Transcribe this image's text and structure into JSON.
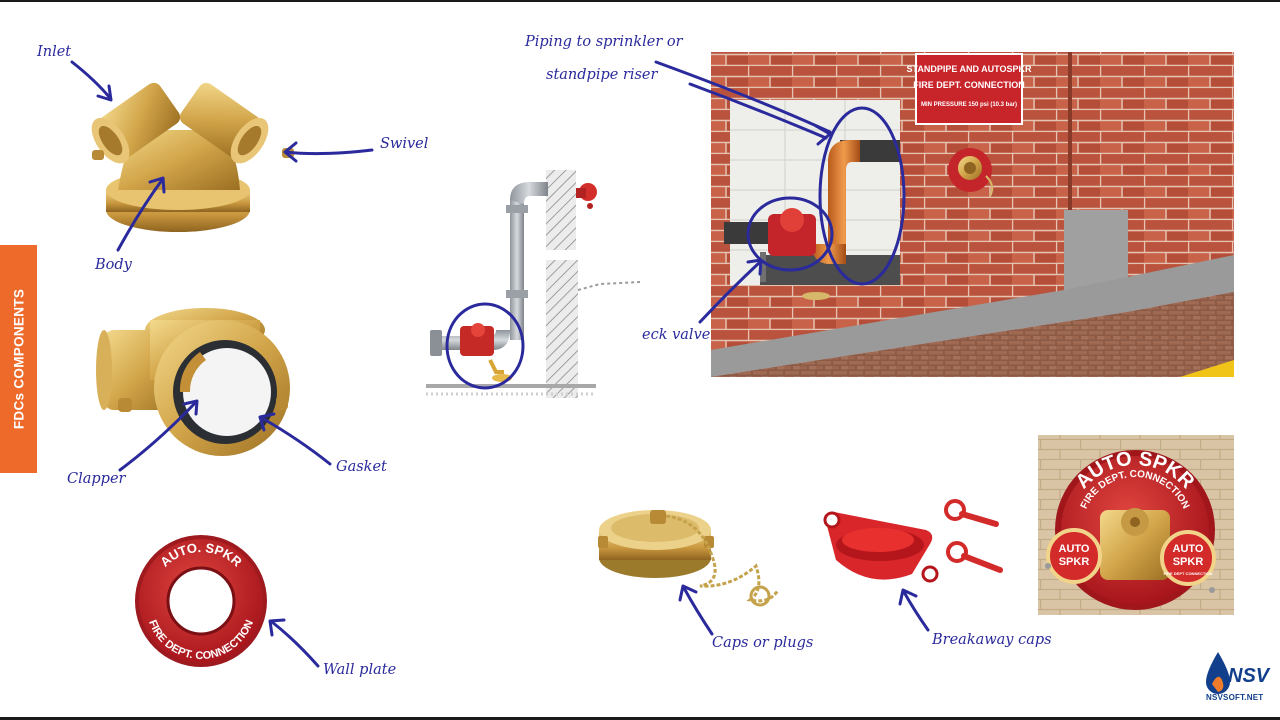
{
  "side_tab": {
    "text": "FDCs COMPONENTS",
    "color": "#ee6a2b"
  },
  "labels": {
    "inlet": "Inlet",
    "swivel": "Swivel",
    "body": "Body",
    "clapper": "Clapper",
    "gasket": "Gasket",
    "wall_plate": "Wall plate",
    "piping_line1": "Piping to sprinkler or",
    "piping_line2": "standpipe riser",
    "check_valve": "eck valve",
    "caps_plugs": "Caps or plugs",
    "breakaway_caps": "Breakaway caps"
  },
  "wall_plate_ring": {
    "top_text": "AUTO. SPKR",
    "bottom_text": "FIRE DEPT. CONNECTION"
  },
  "photo_sign": {
    "line1": "STANDPIPE AND AUTOSPKR",
    "line2": "FIRE DEPT. CONNECTION",
    "line3": "MIN PRESSURE 150 psi (10.3 bar)"
  },
  "fdc_badge": {
    "top_text": "AUTO SPKR",
    "ring_text": "FIRE DEPT. CONNECTION",
    "cap_line1": "AUTO",
    "cap_line2": "SPKR",
    "cap_small": "FIRE DEPT CONNECTION"
  },
  "logo": {
    "word": "NSV",
    "url": "NSVSOFT.NET",
    "color": "#123f8c"
  },
  "colors": {
    "annotation_ink": "#2a2a9c",
    "brass": "#d2a54a",
    "red": "#c4252a",
    "brick": "#b9533d"
  }
}
